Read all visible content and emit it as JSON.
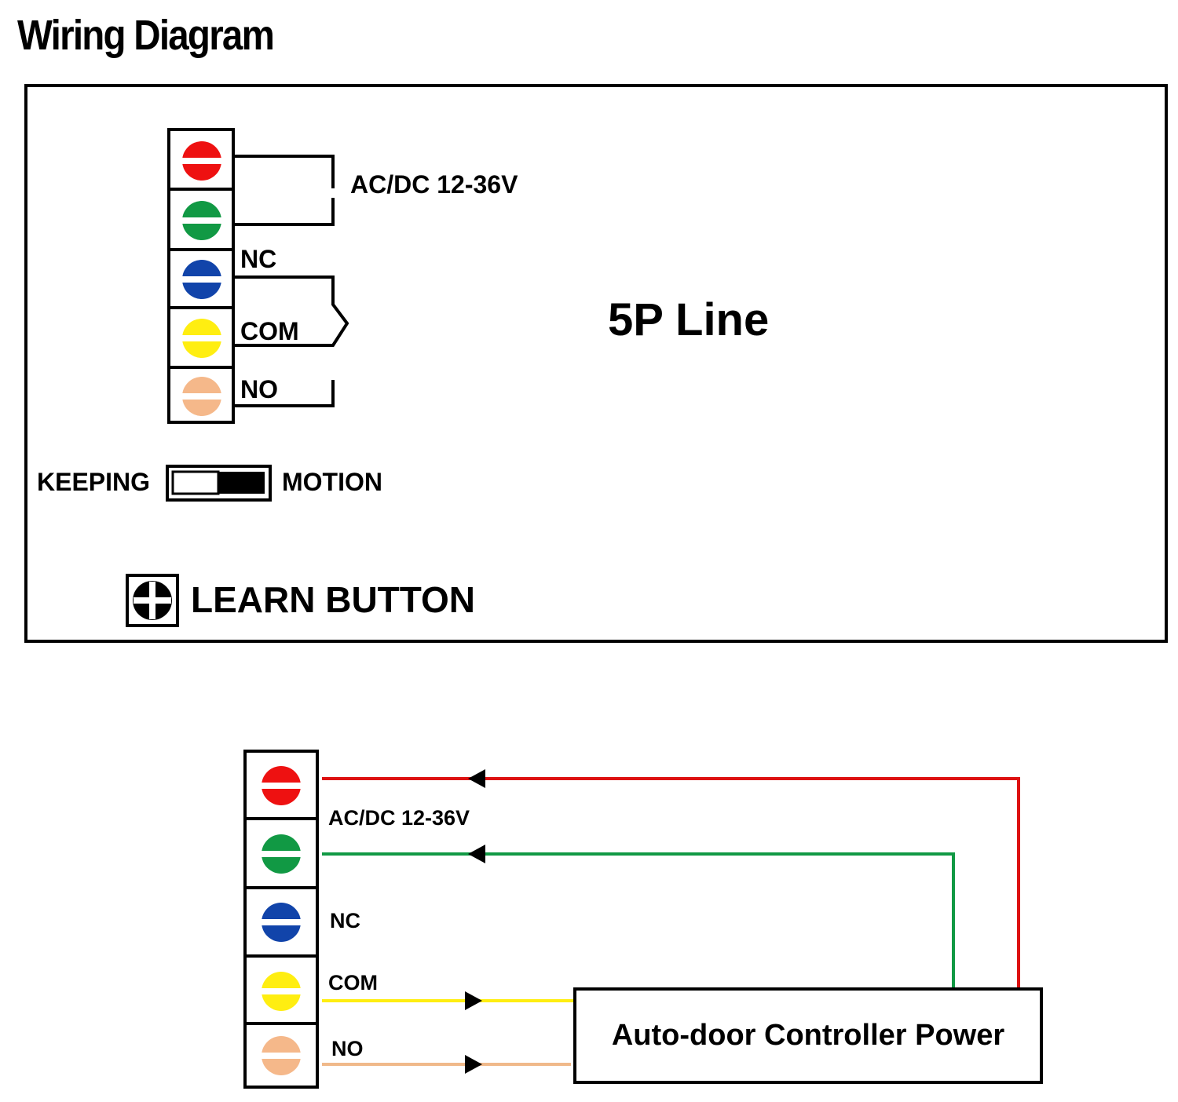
{
  "title": "Wiring Diagram",
  "top_panel": {
    "power_label": "AC/DC 12-36V",
    "nc_label": "NC",
    "com_label": "COM",
    "no_label": "NO",
    "line_label": "5P Line",
    "switch_left_label": "KEEPING",
    "switch_right_label": "MOTION",
    "learn_label": "LEARN BUTTON"
  },
  "bottom_panel": {
    "power_label": "AC/DC 12-36V",
    "nc_label": "NC",
    "com_label": "COM",
    "no_label": "NO",
    "controller_label": "Auto-door Controller Power"
  },
  "terminal_colors": [
    "#ee1111",
    "#119944",
    "#1144aa",
    "#ffee11",
    "#f5b88a"
  ],
  "wire_colors": {
    "red": "#dd1111",
    "green": "#119944",
    "yellow": "#ffee11",
    "peach": "#f0b98a"
  }
}
